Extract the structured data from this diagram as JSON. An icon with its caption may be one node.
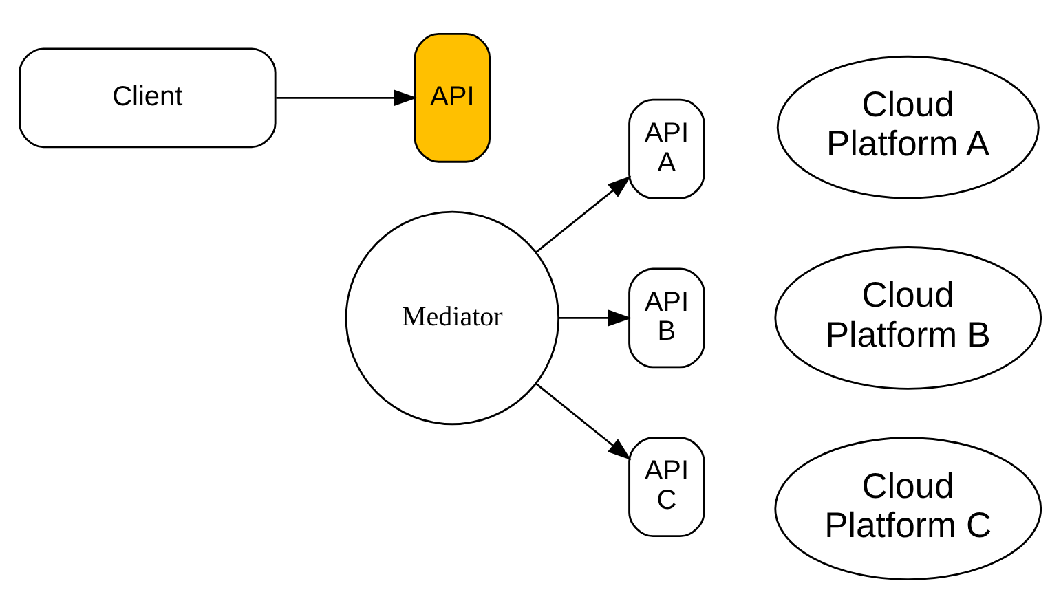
{
  "diagram": {
    "nodes": [
      {
        "text": [
          "Client"
        ]
      },
      {
        "text": [
          "API"
        ]
      },
      {
        "text": [
          "Mediator"
        ]
      },
      {
        "text": [
          "API A"
        ]
      },
      {
        "text": [
          "Cloud Platform A"
        ]
      },
      {
        "text": [
          "API B"
        ]
      },
      {
        "text": [
          "Cloud Platform B"
        ]
      },
      {
        "text": [
          "API C"
        ]
      },
      {
        "text": [
          "Cloud Platform C"
        ]
      }
    ],
    "edges": [
      {
        "from": 0,
        "to": 1,
        "arrow": "to"
      },
      {
        "from": 2,
        "to": 3,
        "arrow": "to"
      },
      {
        "from": 2,
        "to": 5,
        "arrow": "to"
      },
      {
        "from": 2,
        "to": 7,
        "arrow": "to"
      }
    ]
  }
}
